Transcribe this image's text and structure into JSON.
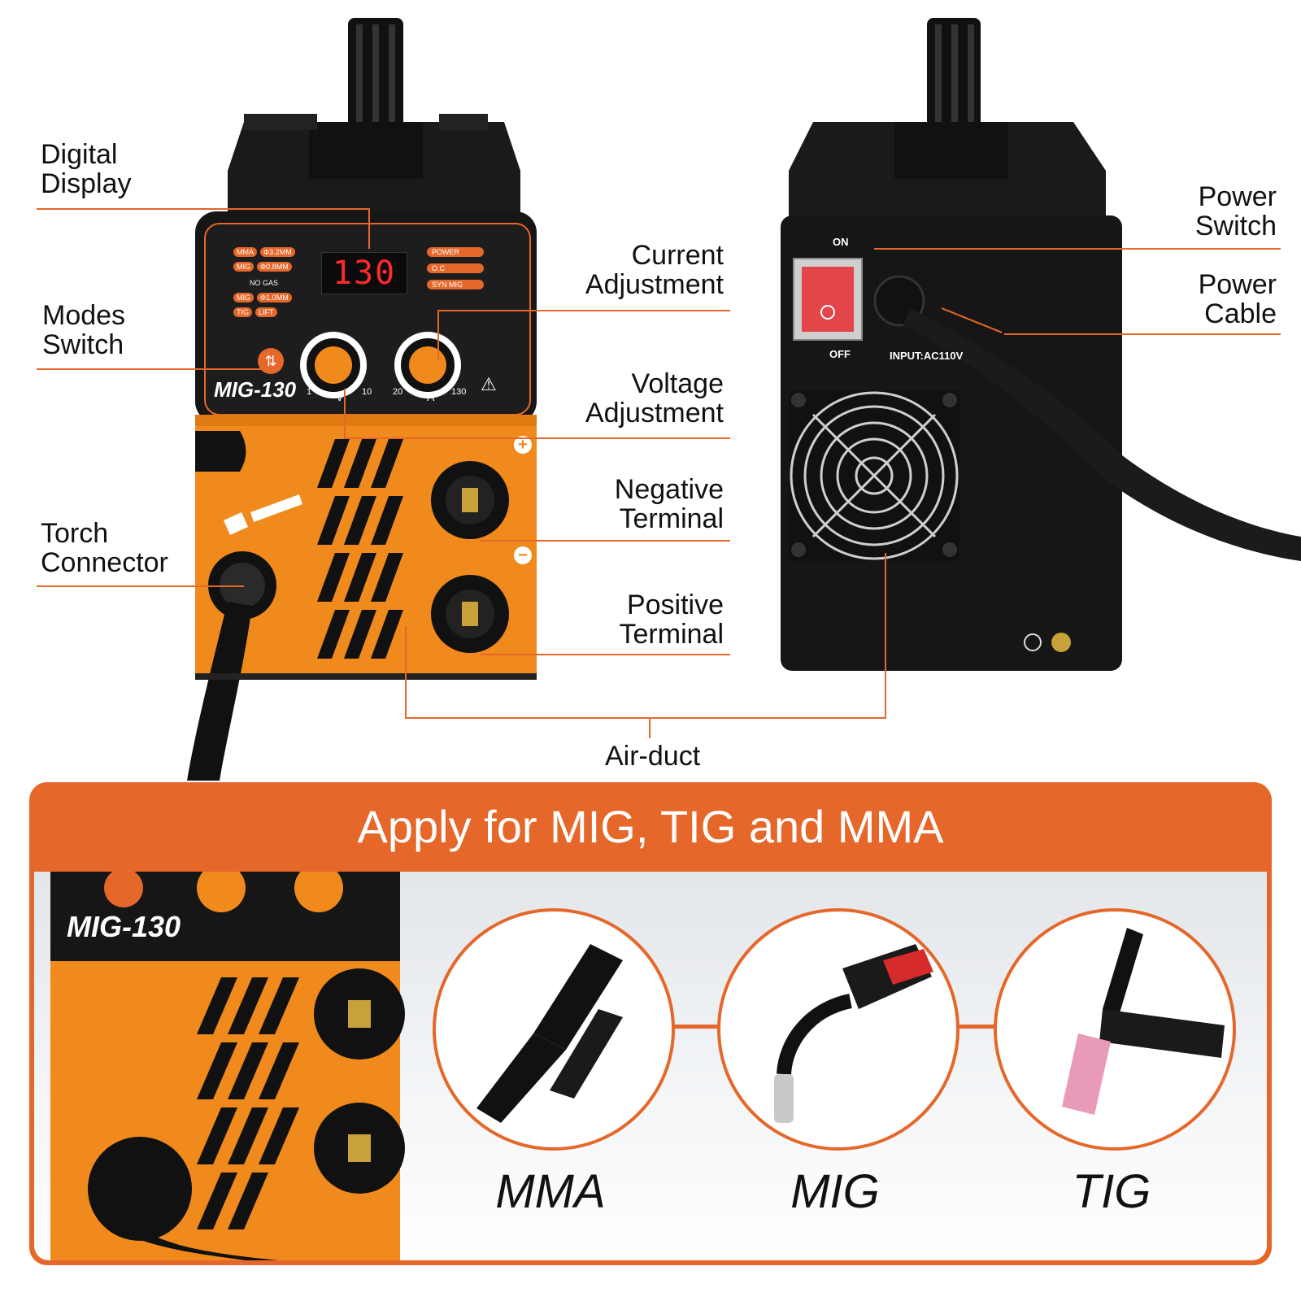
{
  "callouts": {
    "digital_display": "Digital\nDisplay",
    "modes_switch": "Modes\nSwitch",
    "torch_connector": "Torch\nConnector",
    "current_adjustment": "Current\nAdjustment",
    "voltage_adjustment": "Voltage\nAdjustment",
    "negative_terminal": "Negative\nTerminal",
    "positive_terminal": "Positive\nTerminal",
    "power_switch": "Power\nSwitch",
    "power_cable": "Power\nCable",
    "air_duct": "Air-duct"
  },
  "front_panel": {
    "display_value": "130",
    "model": "MIG-130",
    "mode_labels": [
      "MMA",
      "Φ3.2MM",
      "MIG",
      "Φ0.8MM",
      "NO GAS",
      "MIG",
      "Φ1.0MM",
      "TIG",
      "LIFT"
    ],
    "indicators": [
      "POWER",
      "O.C",
      "SYN MIG"
    ],
    "voltage_knob": {
      "unit": "V",
      "min": "1",
      "max": "10"
    },
    "current_knob": {
      "unit": "A",
      "min": "20",
      "max": "130"
    },
    "terminal_plus": "+",
    "terminal_minus": "−"
  },
  "back_panel": {
    "switch_on": "ON",
    "switch_off": "OFF",
    "input_label": "INPUT:AC110V"
  },
  "banner": {
    "title": "Apply for MIG, TIG and MMA"
  },
  "modes": [
    "MMA",
    "MIG",
    "TIG"
  ],
  "colors": {
    "accent_orange": "#e5672a",
    "machine_orange": "#f08a1c",
    "machine_black": "#161616",
    "display_red": "#ff2a2a"
  }
}
